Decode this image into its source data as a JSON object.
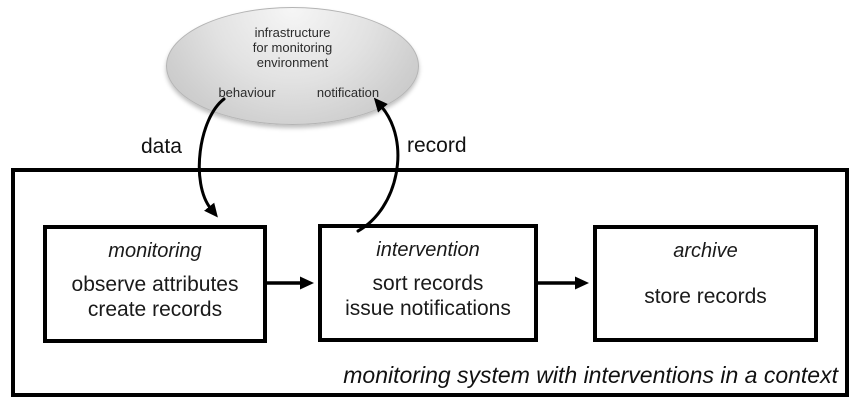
{
  "environment": {
    "lines": [
      "infrastructure",
      "for monitoring",
      "environment"
    ],
    "port_left": "behaviour",
    "port_right": "notification"
  },
  "flows": {
    "data_label": "data",
    "record_label": "record"
  },
  "boxes": [
    {
      "title": "monitoring",
      "lines": [
        "observe attributes",
        "create records"
      ]
    },
    {
      "title": "intervention",
      "lines": [
        "sort records",
        "issue notifications"
      ]
    },
    {
      "title": "archive",
      "lines": [
        "store records"
      ]
    }
  ],
  "caption": "monitoring system with interventions in a context",
  "colors": {
    "line": "#000000",
    "box_background": "#ffffff",
    "ellipse_top": "#f6f6f6",
    "ellipse_bottom": "#c2c2c2",
    "text": "#1a1a1a"
  }
}
